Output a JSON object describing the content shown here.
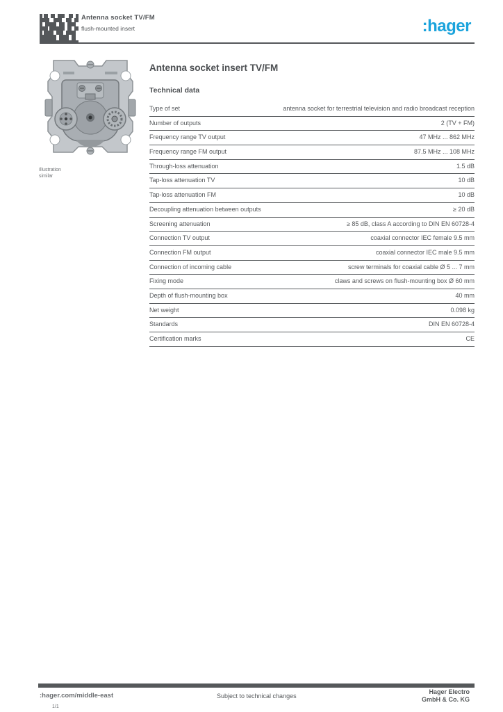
{
  "header": {
    "title_line1": "Antenna socket TV/FM",
    "title_line2": "flush-mounted insert",
    "logo_text": "hager",
    "logo_color": "#1AA3DC",
    "qr_icon": "datamatrix-code"
  },
  "product": {
    "title": "Antenna socket insert TV/FM",
    "section_heading": "Technical data",
    "image_caption_line1": "Illustration",
    "image_caption_line2": "similar"
  },
  "spec_table": {
    "rows": [
      {
        "label": "Type of set",
        "value": "antenna socket for terrestrial television and radio broadcast reception"
      },
      {
        "label": "Number of outputs",
        "value": "2 (TV + FM)"
      },
      {
        "label": "Frequency range TV output",
        "value": "47 MHz ... 862 MHz"
      },
      {
        "label": "Frequency range FM output",
        "value": "87.5 MHz ... 108 MHz"
      },
      {
        "label": "Through-loss attenuation",
        "value": "1.5 dB"
      },
      {
        "label": "Tap-loss attenuation TV",
        "value": "10 dB"
      },
      {
        "label": "Tap-loss attenuation FM",
        "value": "10 dB"
      },
      {
        "label": "Decoupling attenuation between outputs",
        "value": "≥ 20 dB"
      },
      {
        "label": "Screening attenuation",
        "value": "≥ 85 dB, class A according to DIN EN 60728-4"
      },
      {
        "label": "Connection TV output",
        "value": "coaxial connector IEC female 9.5 mm"
      },
      {
        "label": "Connection FM output",
        "value": "coaxial connector IEC male 9.5 mm"
      },
      {
        "label": "Connection of incoming cable",
        "value": "screw terminals for coaxial cable Ø 5 ... 7 mm"
      },
      {
        "label": "Fixing mode",
        "value": "claws and screws on flush-mounting box Ø 60 mm"
      },
      {
        "label": "Depth of flush-mounting box",
        "value": "40 mm"
      },
      {
        "label": "Net weight",
        "value": "0.098 kg"
      },
      {
        "label": "Standards",
        "value": "DIN EN 60728-4"
      },
      {
        "label": "Certification marks",
        "value": "CE"
      }
    ]
  },
  "footer": {
    "url": ":hager.com/middle-east",
    "center_note": "Subject to technical changes",
    "page": "1/1",
    "right_line1": "Hager Electro",
    "right_line2": "GmbH & Co. KG"
  }
}
